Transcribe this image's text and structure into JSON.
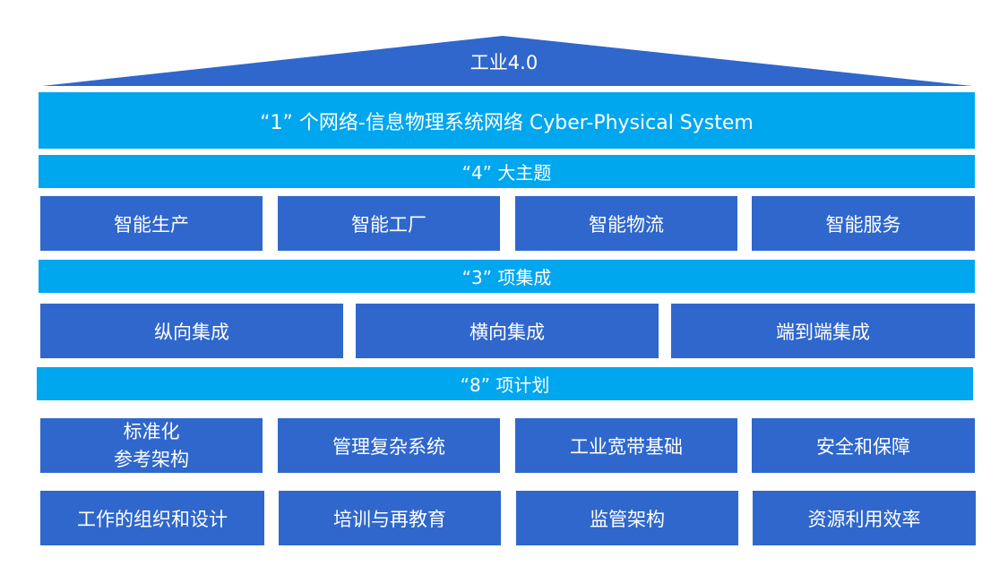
{
  "colors": {
    "dark_blue": "#2f67cc",
    "light_blue": "#00a6ee",
    "background": "#ffffff"
  },
  "roof": {
    "label": "工业4.0"
  },
  "network": {
    "label": "“1” 个网络-信息物理系统网络  Cyber-Physical  System"
  },
  "themes": {
    "header": "“4” 大主题",
    "items": [
      "智能生产",
      "智能工厂",
      "智能物流",
      "智能服务"
    ]
  },
  "integration": {
    "header": "“3” 项集成",
    "items": [
      "纵向集成",
      "横向集成",
      "端到端集成"
    ]
  },
  "plans": {
    "header": "“8” 项计划",
    "row1": [
      {
        "line1": "标准化",
        "line2": "参考架构"
      },
      {
        "line1": "管理复杂系统"
      },
      {
        "line1": "工业宽带基础"
      },
      {
        "line1": "安全和保障"
      }
    ],
    "row2": [
      "工作的组织和设计",
      "培训与再教育",
      "监管架构",
      "资源利用效率"
    ]
  }
}
